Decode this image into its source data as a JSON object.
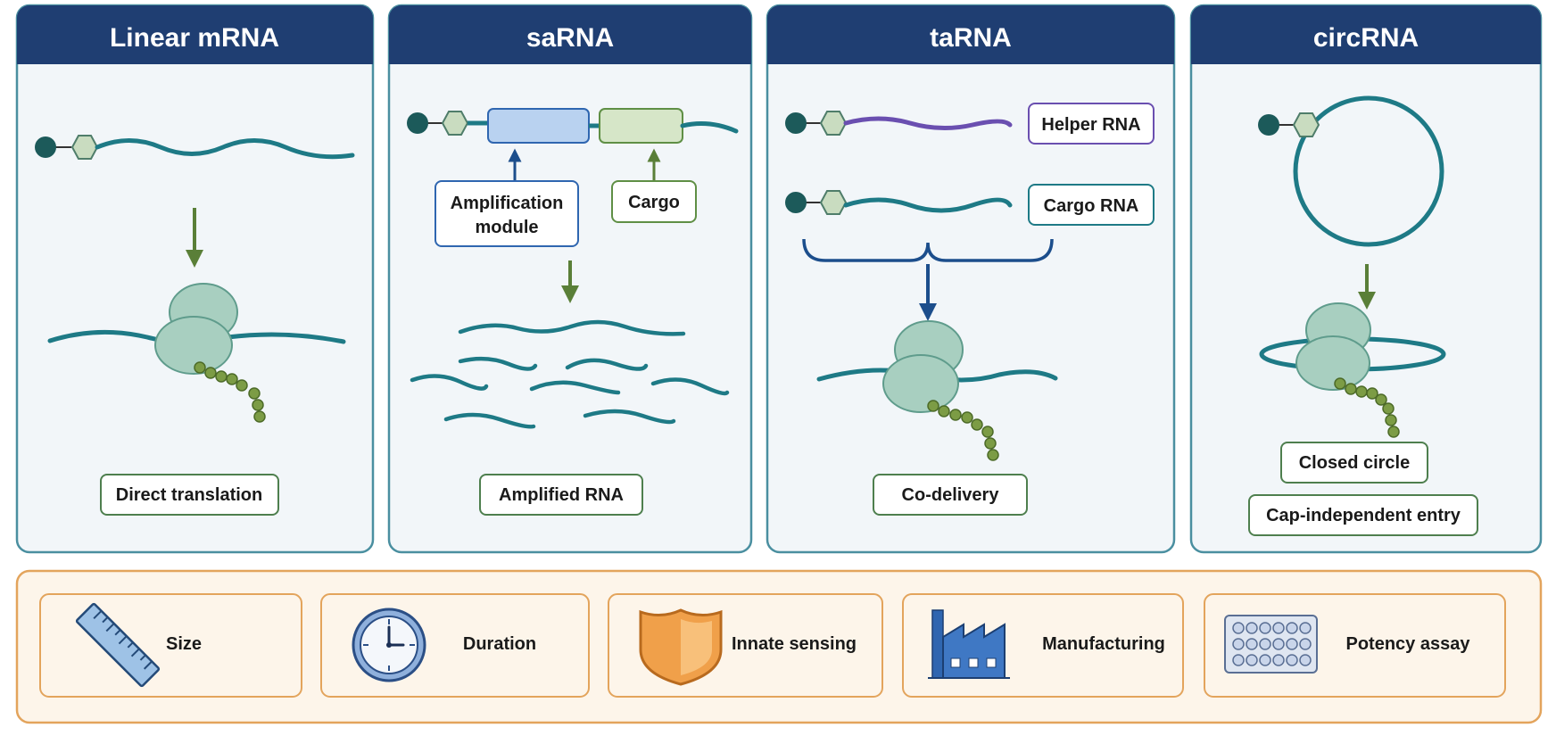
{
  "colors": {
    "header": "#1f3e72",
    "panel_bg": "#f2f6f9",
    "panel_border": "#4a8fa0",
    "strand": "#1e7a86",
    "helper_strand": "#6a4fb0",
    "ribosome": "#a8cfc0",
    "ribosome_edge": "#5f9c8c",
    "peptide": "#7c9c45",
    "cap": "#1c5a5a",
    "hex": "#c9dcc0",
    "green_arrow": "#5a7f38",
    "blue_arrow": "#1c4e8c",
    "amp_fill": "#b9d2f0",
    "amp_edge": "#2f66b0",
    "cargo_fill": "#d6e6c8",
    "cargo_edge": "#5f8f45",
    "label_edge": "#4e7f4e",
    "bottom_bg": "#fdf5ea",
    "bottom_border": "#e3a45c"
  },
  "panels": [
    {
      "title": "Linear mRNA",
      "labels": [
        "Direct translation"
      ]
    },
    {
      "title": "saRNA",
      "labels": [
        "Amplification",
        "module",
        "Cargo",
        "Amplified RNA"
      ]
    },
    {
      "title": "taRNA",
      "labels": [
        "Helper RNA",
        "Cargo RNA",
        "Co-delivery"
      ]
    },
    {
      "title": "circRNA",
      "labels": [
        "Closed circle",
        "Cap-independent entry"
      ]
    }
  ],
  "factors": [
    {
      "label": "Size",
      "icon": "ruler-icon"
    },
    {
      "label": "Duration",
      "icon": "clock-icon"
    },
    {
      "label": "Innate sensing",
      "icon": "shield-icon"
    },
    {
      "label": "Manufacturing",
      "icon": "factory-icon"
    },
    {
      "label": "Potency assay",
      "icon": "well-plate-icon"
    }
  ]
}
